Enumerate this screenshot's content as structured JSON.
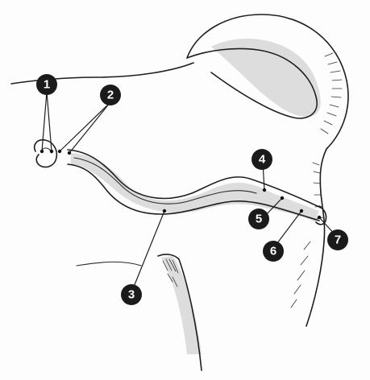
{
  "figure": {
    "callouts": [
      {
        "id": "callout-1",
        "label": "1"
      },
      {
        "id": "callout-2",
        "label": "2"
      },
      {
        "id": "callout-3",
        "label": "3"
      },
      {
        "id": "callout-4",
        "label": "4"
      },
      {
        "id": "callout-5",
        "label": "5"
      },
      {
        "id": "callout-6",
        "label": "6"
      },
      {
        "id": "callout-7",
        "label": "7"
      }
    ],
    "colors": {
      "line": "#1e1e1e",
      "callout_fill": "#1b1b1b",
      "callout_text": "#ffffff",
      "shading": "#cfcfcf"
    }
  }
}
